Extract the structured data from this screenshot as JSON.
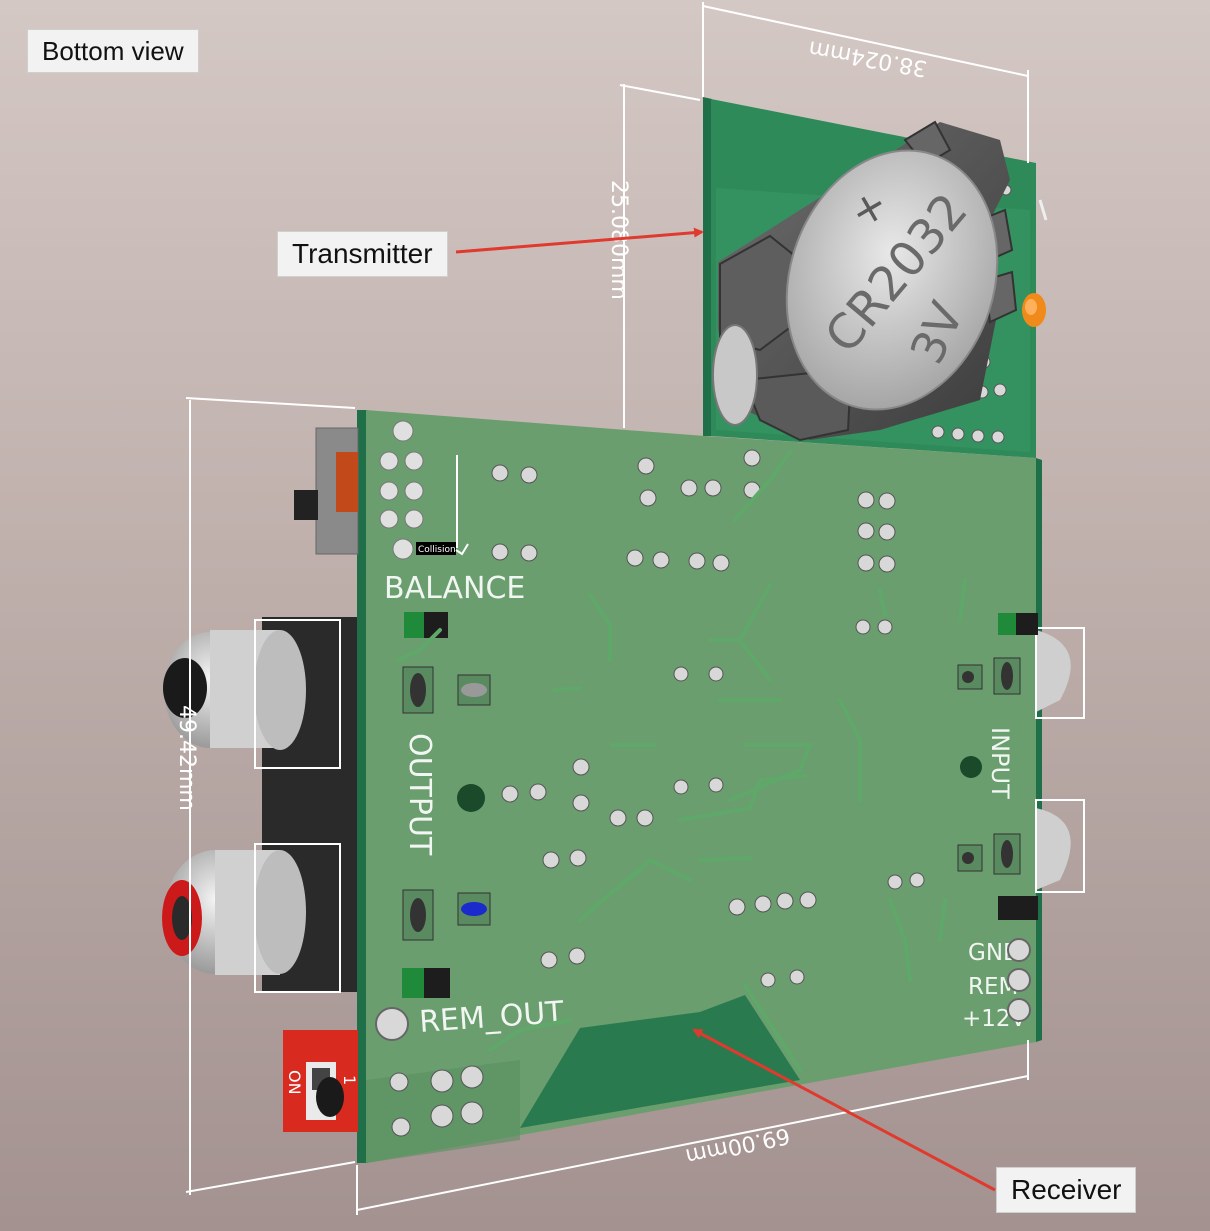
{
  "view_label": "Bottom view",
  "callouts": {
    "transmitter": "Transmitter",
    "receiver": "Receiver"
  },
  "dimensions": {
    "width_top": "38.024mm",
    "height_transmitter": "25.080mm",
    "height_receiver": "49.42mm",
    "width_bottom": "69.00mm"
  },
  "silkscreen": {
    "balance": "BALANCE",
    "output": "OUTPUT",
    "input": "INPUT",
    "rem_out": "REM_OUT",
    "gnd": "GND",
    "rem": "REM",
    "plus12v": "+12V",
    "collision": "Collision",
    "dip_on": "ON",
    "dip_1": "1"
  },
  "battery": {
    "plus": "+",
    "model": "CR2032",
    "voltage": "3V"
  },
  "colors": {
    "pcb": "#6a9e6e",
    "pcb_edge": "#2f8a5a",
    "pcb_dark": "#2a7a50",
    "arrow": "#e03a2e",
    "rca_red": "#cc1a1a",
    "dip_red": "#d82a1e",
    "led_orange": "#f08a1a"
  }
}
